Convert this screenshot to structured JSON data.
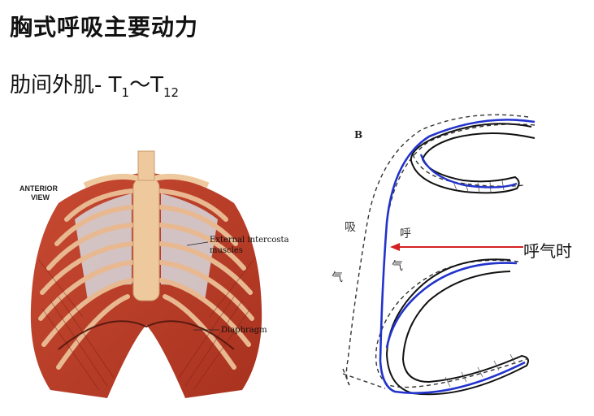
{
  "slide": {
    "title": "胸式呼吸主要动力",
    "subtitle": {
      "text": "肋间外肌- T",
      "sub1": "1",
      "tilde": "～T",
      "sub2": "12"
    }
  },
  "anatomy_figure": {
    "view_label_line1": "ANTERIOR",
    "view_label_line2": "VIEW",
    "label_intercostal_line1": "External intercosta",
    "label_intercostal_line2": "muscles",
    "label_diaphragm": "Diaphragm"
  },
  "breathing_figure": {
    "panel_letter": "B",
    "char_xi": "吸",
    "char_qi1": "气",
    "char_hu": "呼",
    "char_qi2": "气",
    "arrow_label": "呼气时",
    "arrow_color": "#d42020",
    "exhale_curve_color": "#2233cc"
  }
}
